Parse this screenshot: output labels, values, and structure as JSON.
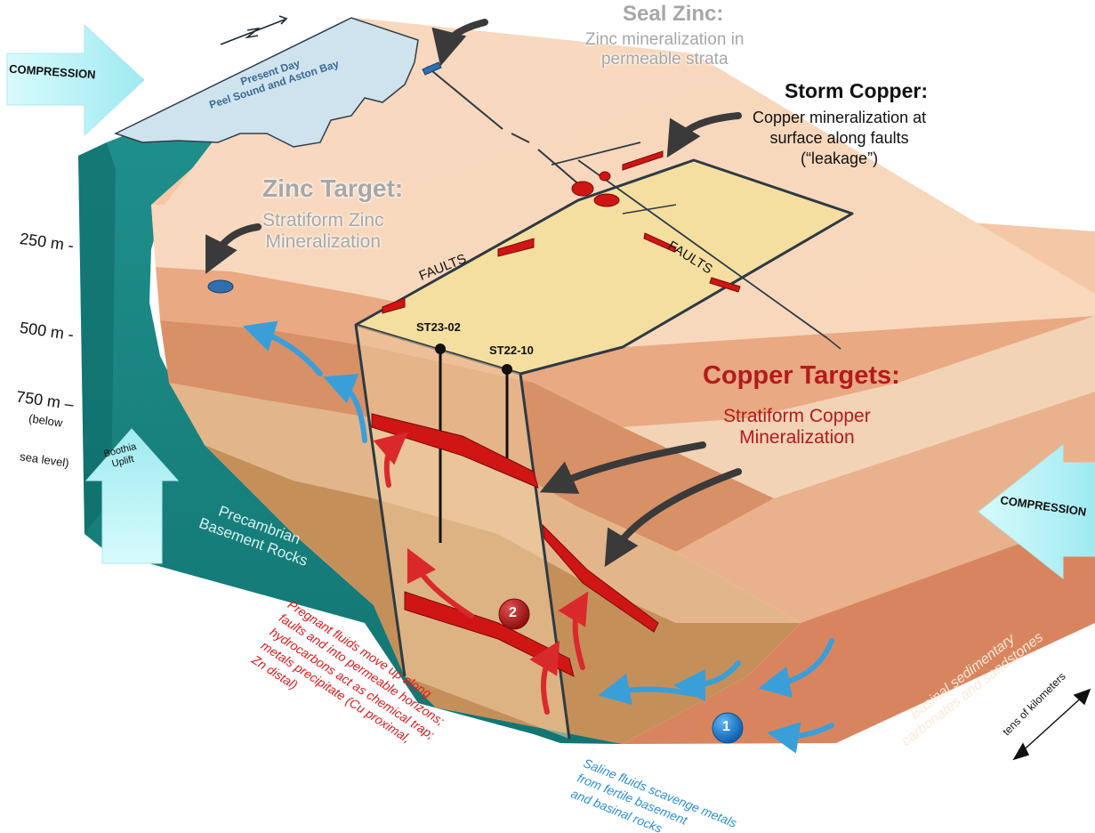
{
  "depth_labels": {
    "d250": "250 m -",
    "d500": "500 m -",
    "d750": "750 m –",
    "below": "(below",
    "sea_level": "sea level)"
  },
  "arrows": {
    "compression_left": "COMPRESSION",
    "compression_right": "COMPRESSION",
    "boothia_uplift": "Boothia\nUplift"
  },
  "seal_zinc": {
    "title": "Seal Zinc:",
    "body": "Zinc mineralization in\npermeable strata"
  },
  "present_day": "Present Day\nPeel Sound and Aston Bay",
  "storm_copper": {
    "title": "Storm Copper:",
    "body": "Copper mineralization at\nsurface along faults\n(“leakage”)"
  },
  "zinc_target": {
    "title": "Zinc Target:",
    "body": "Stratiform Zinc\nMineralization"
  },
  "faults_left": "FAULTS",
  "faults_right": "FAULTS",
  "drillholes": [
    "ST23-02",
    "ST22-10"
  ],
  "copper_targets": {
    "title": "Copper Targets:",
    "body": "Stratiform Copper\nMineralization"
  },
  "basement": "Precambrian\nBasement Rocks",
  "basinal": "Basinal sedimentary\ncarbonates and sandstones",
  "pregnant_fluids": "Pregnant fluids move up along\nfaults and into permeable horizons;\nhydrocarbons act as chemical trap;\nmetals precipitate (Cu proximal,\nZn distal)",
  "saline_fluids": "Saline fluids scavenge metals\nfrom fertile basement\nand basinal rocks",
  "scale": "tens of kilometers",
  "step_markers": [
    "1",
    "2"
  ],
  "colors": {
    "basement": "#1e8a86",
    "fault_block": "#f5dfa0",
    "copper": "#d01515",
    "zinc": "#2e6fb0",
    "fluid_blue": "#3a9fd8",
    "fluid_red": "#d9292b",
    "sea": "#cfe3ef"
  }
}
